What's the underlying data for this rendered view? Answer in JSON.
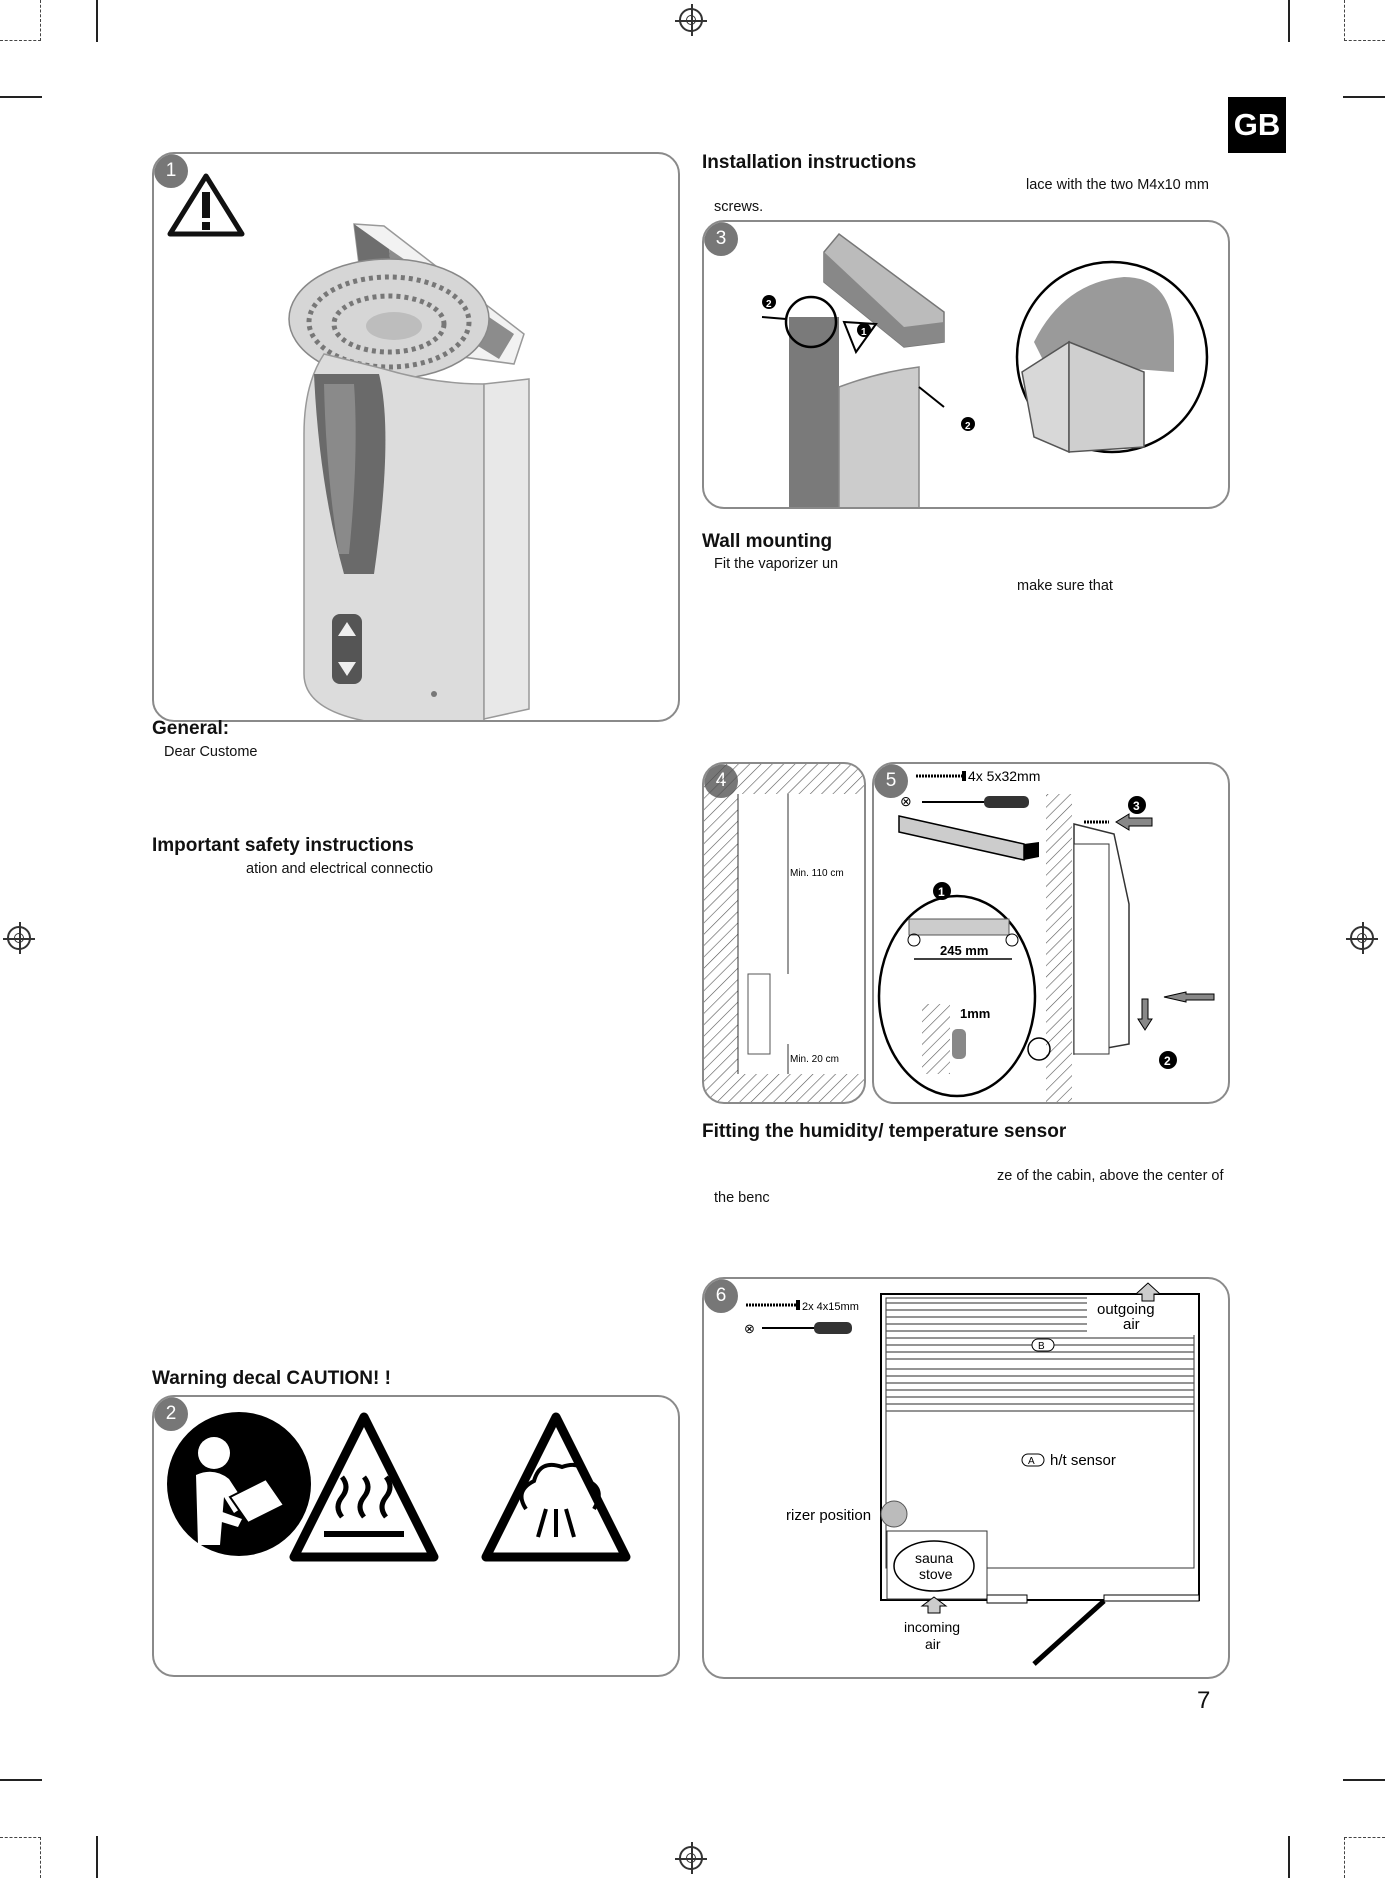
{
  "language_tab": "GB",
  "page_number": "7",
  "left_column": {
    "general_heading": "General:",
    "general_text": "Dear Custome",
    "safety_heading": "Important safety instructions",
    "safety_text": "ation and electrical connectio",
    "warning_heading": "Warning decal  CAUTION! !"
  },
  "right_column": {
    "installation_heading": "Installation instructions",
    "installation_text_1": "lace with the two M4x10 mm",
    "installation_text_2": "screws.",
    "wall_heading": "Wall mounting",
    "wall_text_1": "Fit the vaporizer un",
    "wall_text_2": "make sure that",
    "sensor_heading": "Fitting the humidity/ temperature sensor",
    "sensor_text_1": "ze of the cabin, above the center of",
    "sensor_text_2": "the benc"
  },
  "figures": {
    "fig1": {
      "number": "1"
    },
    "fig2": {
      "number": "2"
    },
    "fig3": {
      "number": "3",
      "callout_1": "❶",
      "callout_2": "❷"
    },
    "fig4": {
      "number": "4",
      "dim_top": "Min. 110 cm",
      "dim_bottom": "Min. 20 cm"
    },
    "fig5": {
      "number": "5",
      "screws_label": "4x 5x32mm",
      "spacing_label": "245 mm",
      "gap_label": "1mm",
      "callout_1": "❶",
      "callout_2": "❷",
      "callout_3": "❸"
    },
    "fig6": {
      "number": "6",
      "screws_label": "2x 4x15mm",
      "outgoing_1": "outgoing",
      "outgoing_2": "air",
      "sensor_marker": "A",
      "bench_marker": "B",
      "sensor_label": "h/t sensor",
      "vaporizer_label": "rizer position",
      "stove_1": "sauna",
      "stove_2": "stove",
      "incoming_1": "incoming",
      "incoming_2": "air"
    }
  },
  "colors": {
    "panel_border": "#8a8a8a",
    "badge": "#777777",
    "tab_bg": "#000000"
  }
}
